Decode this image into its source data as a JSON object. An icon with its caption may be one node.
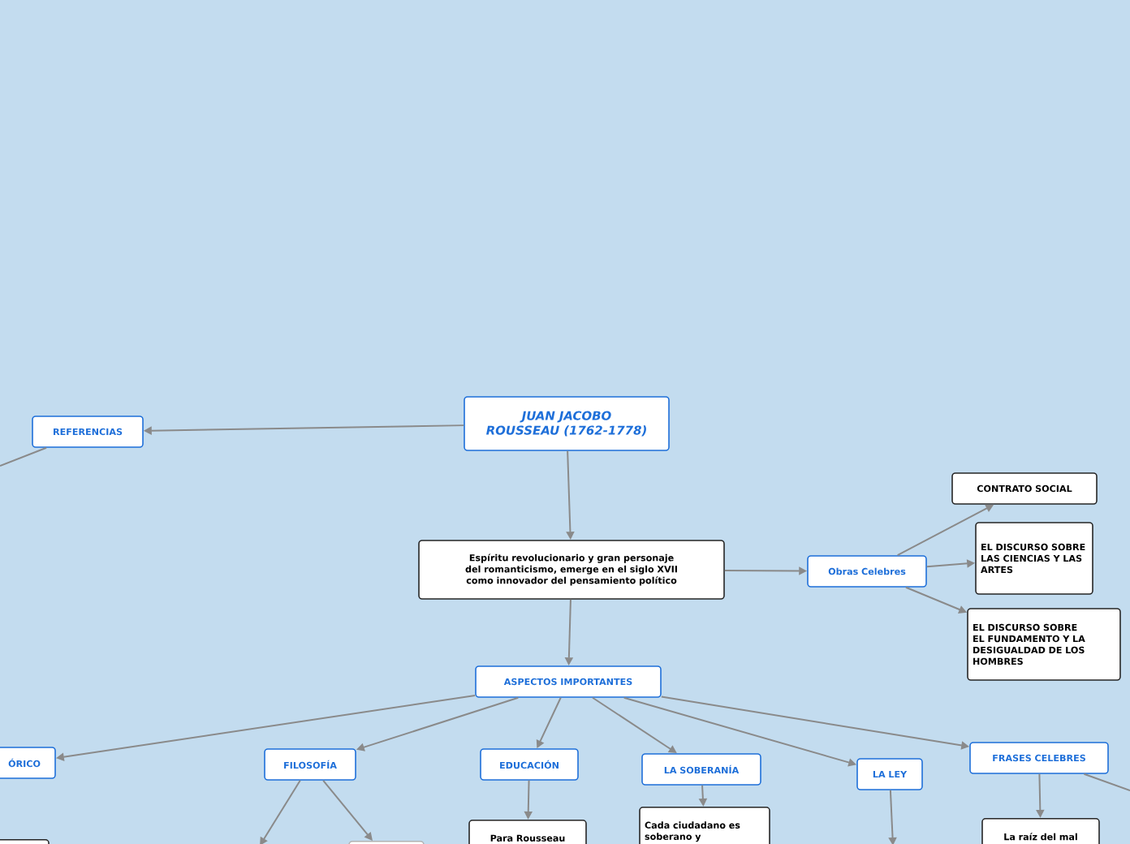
{
  "diagram": {
    "nodes": [
      {
        "text": [
          "JUAN JACOBO ROUSSEAU (1762-1778)"
        ]
      },
      {
        "text": [
          "REFERENCIAS"
        ]
      },
      {
        "text": [
          "Espíritu revolucionario y gran personaje del romanticismo, emerge en el siglo XVII como innovador del pensamiento político"
        ]
      },
      {
        "text": [
          "Obras Celebres"
        ]
      },
      {
        "text": [
          "CONTRATO SOCIAL"
        ]
      },
      {
        "text": [
          "EL DISCURSO SOBRE LAS CIENCIAS Y LAS ARTES"
        ]
      },
      {
        "text": [
          "EL DISCURSO SOBRE EL FUNDAMENTO Y LA DESIGUALDAD DE LOS HOMBRES"
        ]
      },
      {
        "text": [
          "ASPECTOS IMPORTANTES"
        ]
      },
      {
        "text": [
          "ÓRICO"
        ]
      },
      {
        "text": [
          "FILOSOFÍA"
        ]
      },
      {
        "text": [
          "EDUCACIÓN"
        ]
      },
      {
        "text": [
          "LA SOBERANÍA"
        ]
      },
      {
        "text": [
          "LA LEY"
        ]
      },
      {
        "text": [
          "FRASES CELEBRES"
        ]
      },
      {
        "text": [
          "Para Rousseau"
        ]
      },
      {
        "text": [
          "Cada ciudadano es soberano y"
        ]
      },
      {
        "text": [
          "La raíz del mal"
        ]
      },
      {
        "text": [],
        "shape": "box"
      },
      {
        "text": [],
        "shape": "box"
      }
    ],
    "edges": [
      {
        "from": 0,
        "to": 1,
        "arrow": "to"
      },
      {
        "from": 0,
        "to": 2,
        "arrow": "to"
      },
      {
        "from": 2,
        "to": 3,
        "arrow": "to"
      },
      {
        "from": 3,
        "to": 4,
        "arrow": "to"
      },
      {
        "from": 3,
        "to": 5,
        "arrow": "to"
      },
      {
        "from": 3,
        "to": 6,
        "arrow": "to"
      },
      {
        "from": 2,
        "to": 7,
        "arrow": "to"
      },
      {
        "from": 7,
        "to": 8,
        "arrow": "to"
      },
      {
        "from": 7,
        "to": 9,
        "arrow": "to"
      },
      {
        "from": 7,
        "to": 10,
        "arrow": "to"
      },
      {
        "from": 7,
        "to": 11,
        "arrow": "to"
      },
      {
        "from": 7,
        "to": 12,
        "arrow": "to"
      },
      {
        "from": 7,
        "to": 13,
        "arrow": "to"
      },
      {
        "from": 10,
        "to": 14,
        "arrow": "to"
      },
      {
        "from": 11,
        "to": 15,
        "arrow": "to"
      },
      {
        "from": 13,
        "to": 16,
        "arrow": "to"
      },
      {
        "from": 1,
        "to": null,
        "arrow": "none"
      },
      {
        "from": 9,
        "to": null,
        "arrow": "to"
      },
      {
        "from": 9,
        "to": 18,
        "arrow": "to"
      },
      {
        "from": 12,
        "to": null,
        "arrow": "to"
      },
      {
        "from": 13,
        "to": null,
        "arrow": "none"
      }
    ]
  }
}
